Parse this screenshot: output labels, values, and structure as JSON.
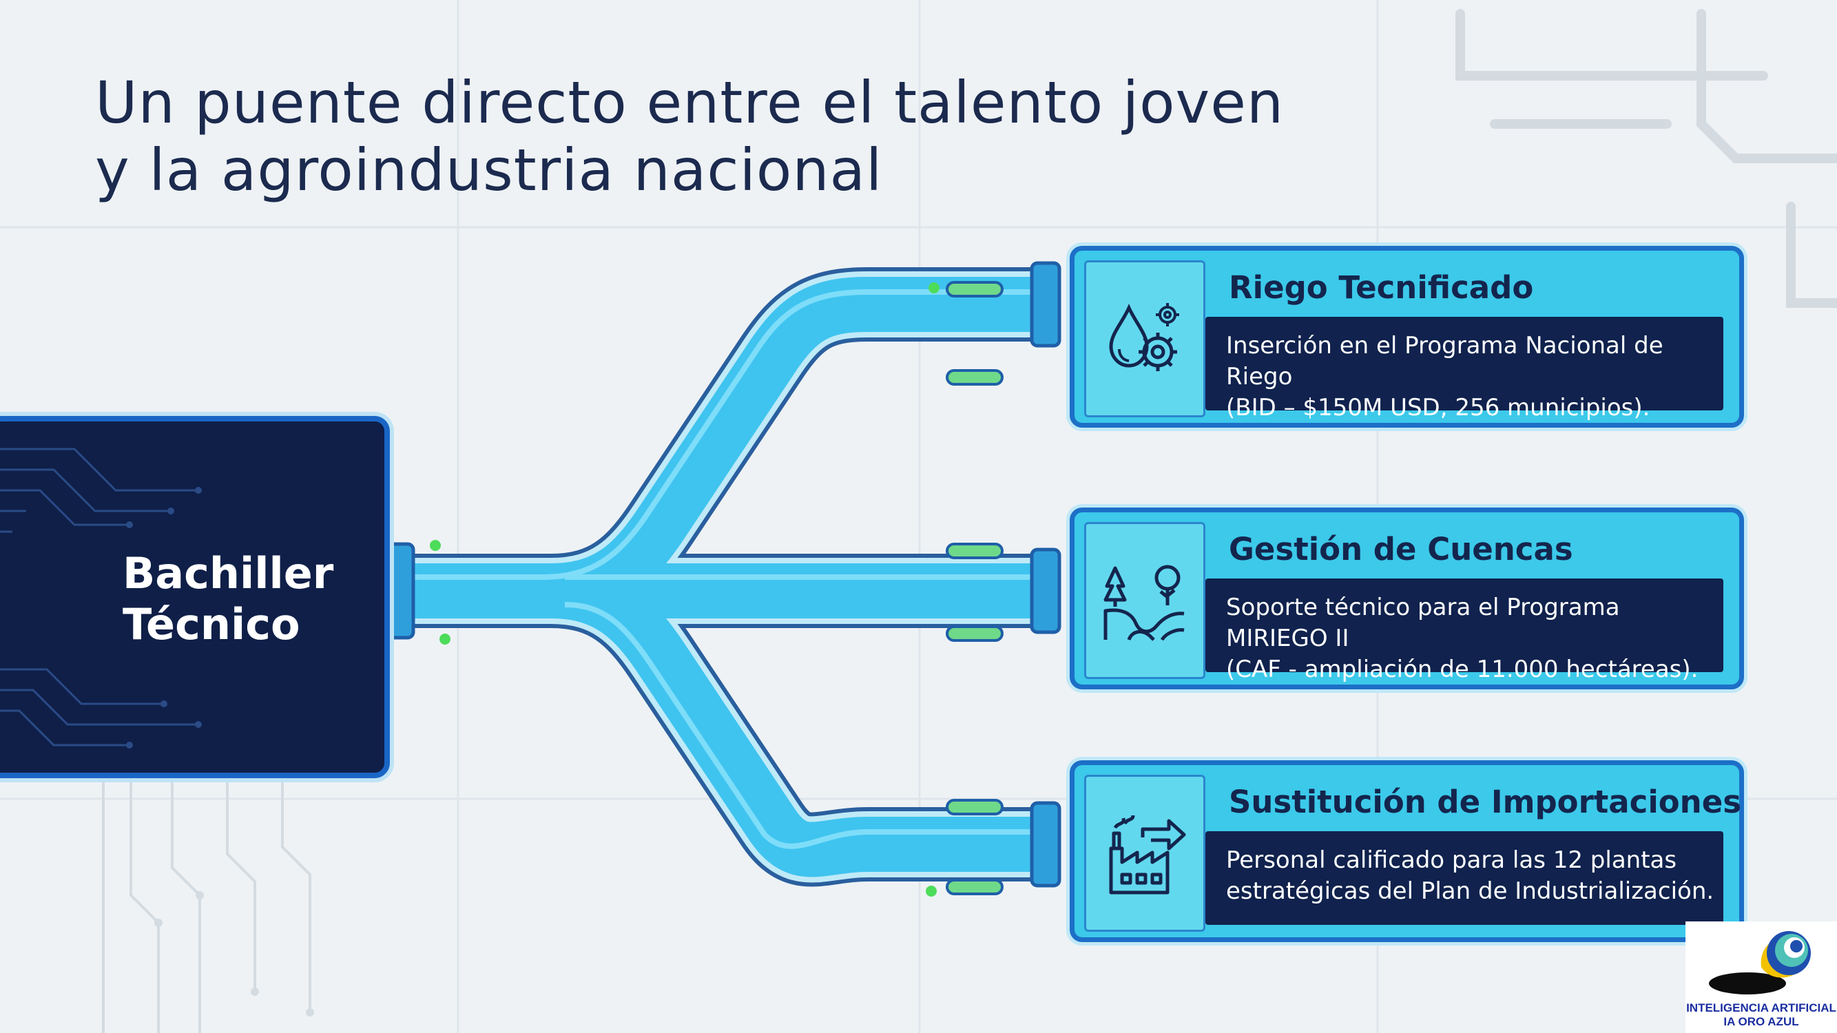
{
  "title": {
    "line1": "Un puente directo entre el talento joven",
    "line2": "y la agroindustria nacional"
  },
  "source": {
    "line1": "Bachiller",
    "line2": "Técnico"
  },
  "cards": [
    {
      "title": "Riego Tecnificado",
      "body_line1": "Inserción en el Programa Nacional de Riego",
      "body_line2": "(BID – $150M USD, 256 municipios).",
      "icon": "water-drop-gear-icon"
    },
    {
      "title": "Gestión de Cuencas",
      "body_line1": "Soporte técnico para el Programa MIRIEGO II",
      "body_line2": "(CAF - ampliación de 11.000 hectáreas).",
      "icon": "river-trees-icon"
    },
    {
      "title": "Sustitución de Importaciones",
      "body_line1": "Personal calificado para las 12 plantas",
      "body_line2": "estratégicas del Plan de Industrialización.",
      "icon": "factory-arrow-icon"
    }
  ],
  "logo": {
    "line1": "INTELIGENCIA ARTIFICIAL",
    "line2": "IA ORO AZUL"
  },
  "colors": {
    "navy": "#10224d",
    "pipe": "#3fc4ef",
    "card": "#3cc9ea",
    "border": "#1d6fc7",
    "led": "#4ddc5a"
  }
}
